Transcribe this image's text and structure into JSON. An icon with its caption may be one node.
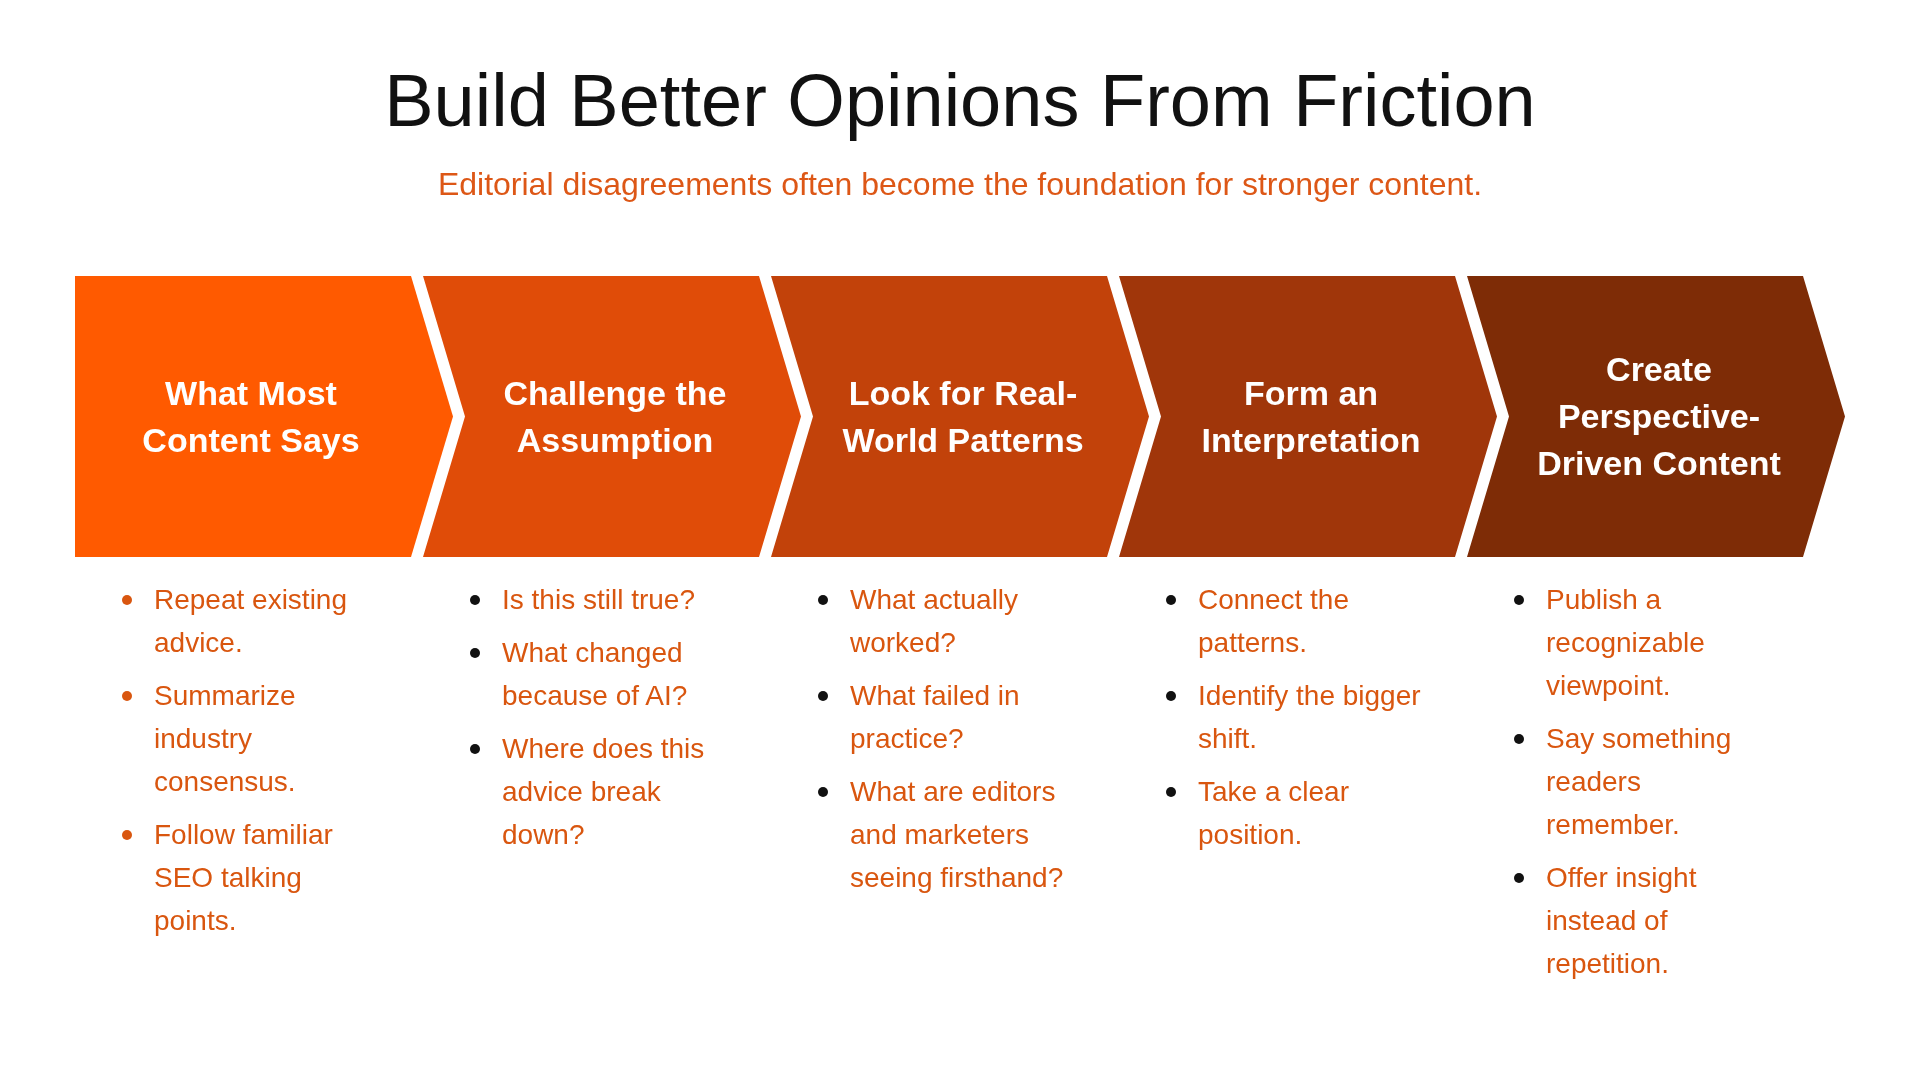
{
  "diagram": {
    "title": "Build Better Opinions From Friction",
    "nodes": [
      {
        "text": [
          "What Most Content Says"
        ],
        "beside": [
          "Repeat existing advice.",
          "Summarize industry consensus.",
          "Follow familiar SEO talking points."
        ]
      },
      {
        "text": [
          "Challenge the Assumption"
        ],
        "beside": [
          "Is this still true?",
          "What changed because of AI?",
          "Where does this advice break down?"
        ]
      },
      {
        "text": [
          "Look for Real-World Patterns"
        ],
        "beside": [
          "What actually worked?",
          "What failed in practice?",
          "What are editors and marketers seeing firsthand?"
        ]
      },
      {
        "text": [
          "Form an Interpretation"
        ],
        "beside": [
          "Connect the patterns.",
          "Identify the bigger shift.",
          "Take a clear position."
        ]
      },
      {
        "text": [
          "Create Perspective-Driven Content"
        ],
        "beside": [
          "Publish a recognizable viewpoint.",
          "Say something readers remember.",
          "Offer insight instead of repetition."
        ]
      }
    ],
    "labels": [
      "Editorial disagreements often become the foundation for stronger content."
    ]
  }
}
